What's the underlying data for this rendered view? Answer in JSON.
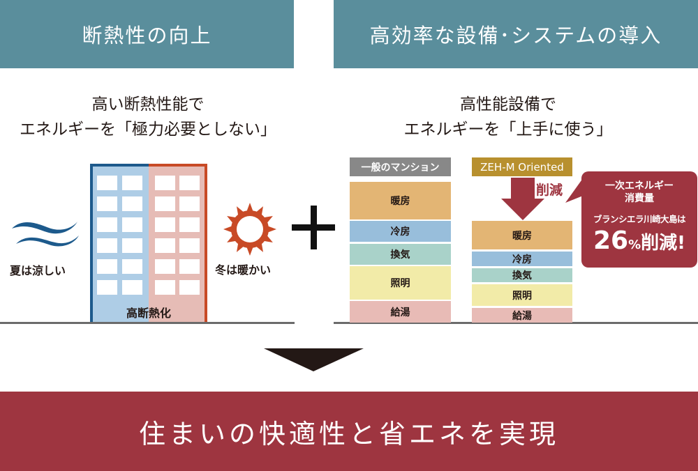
{
  "left": {
    "header": "断熱性の向上",
    "subtitle_line1": "高い断熱性能で",
    "subtitle_line2": "エネルギーを「極力必要としない」",
    "summer_label": "夏は涼しい",
    "winter_label": "冬は暖かい",
    "building_label": "高断熱化",
    "icons": [
      "wave-icon",
      "sun-icon"
    ]
  },
  "right": {
    "header": "高効率な設備･システムの導入",
    "subtitle_line1": "高性能設備で",
    "subtitle_line2": "エネルギーを「上手に使う」",
    "general": {
      "label": "一般のマンション",
      "segments": [
        "暖房",
        "冷房",
        "換気",
        "照明",
        "給湯"
      ]
    },
    "zeh": {
      "label": "ZEH-M Oriented",
      "segments": [
        "暖房",
        "冷房",
        "換気",
        "照明",
        "給湯"
      ]
    },
    "reduction_label": "削減",
    "callout": {
      "line1": "一次エネルギー",
      "line2": "消費量",
      "line3": "ブランシエラ川崎大島は",
      "value": "26",
      "unit": "%",
      "suffix": "削減!"
    }
  },
  "plus_symbol": "+",
  "footer": {
    "text": "住まいの快適性と省エネを実現"
  },
  "colors": {
    "header": "#5a8e9c",
    "accent": "#9e3540",
    "heating": "#e3b574",
    "cooling": "#98bedb",
    "ventilation": "#a9d2c9",
    "lighting": "#f2eba8",
    "hotwater": "#e8bbb6"
  }
}
